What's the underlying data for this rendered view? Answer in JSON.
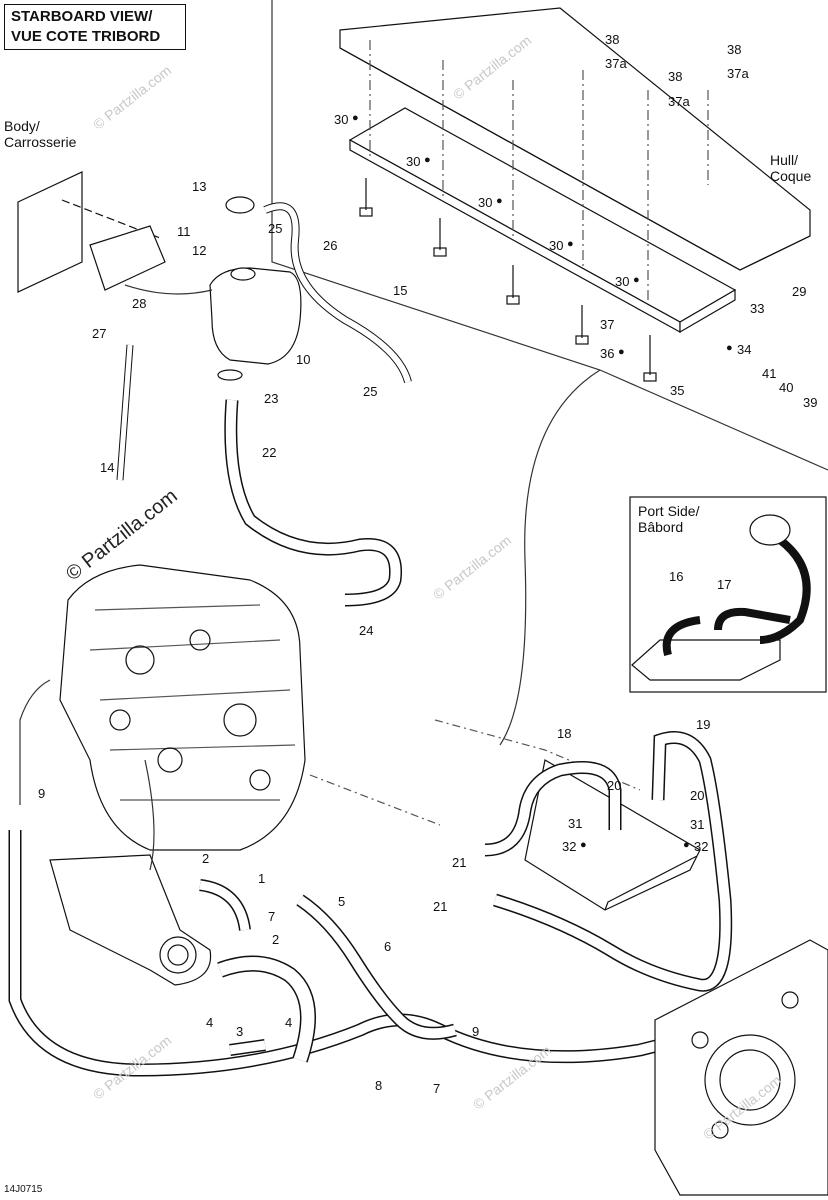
{
  "title": {
    "line1": "STARBOARD VIEW/",
    "line2": "VUE COTE TRIBORD"
  },
  "notes": {
    "body": "Body/\nCarrosserie",
    "hull": "Hull/\nCoque",
    "port": "Port Side/\nBâbord"
  },
  "copyright": "© Partzilla.com",
  "watermark": "© Partzilla.com",
  "drawing_code": "14J0715",
  "callouts": [
    "1",
    "2",
    "3",
    "4",
    "5",
    "6",
    "7",
    "8",
    "9",
    "10",
    "11",
    "12",
    "13",
    "14",
    "15",
    "16",
    "17",
    "18",
    "19",
    "20",
    "21",
    "22",
    "23",
    "24",
    "25",
    "26",
    "27",
    "28",
    "29",
    "30",
    "31",
    "32",
    "33",
    "34",
    "35",
    "36",
    "37",
    "37a",
    "38",
    "39",
    "40",
    "41"
  ],
  "labels": {
    "l38a": "38",
    "l37a1": "37a",
    "l38b": "38",
    "l38c": "38",
    "l37a2": "37a",
    "l37a3": "37a",
    "l30a": "30",
    "l30b": "30",
    "l30c": "30",
    "l30d": "30",
    "l30e": "30",
    "l29": "29",
    "l33": "33",
    "l34": "34",
    "l37": "37",
    "l36": "36",
    "l35": "35",
    "l41": "41",
    "l40": "40",
    "l39": "39",
    "l13": "13",
    "l25a": "25",
    "l26": "26",
    "l11": "11",
    "l12": "12",
    "l15": "15",
    "l28": "28",
    "l27": "27",
    "l10": "10",
    "l25b": "25",
    "l23": "23",
    "l22": "22",
    "l14": "14",
    "l24": "24",
    "l16": "16",
    "l17": "17",
    "l18": "18",
    "l19": "19",
    "l20a": "20",
    "l20b": "20",
    "l31a": "31",
    "l31b": "31",
    "l32a": "32",
    "l32b": "32",
    "l21a": "21",
    "l21b": "21",
    "l9a": "9",
    "l2a": "2",
    "l1": "1",
    "l7a": "7",
    "l2b": "2",
    "l5": "5",
    "l6": "6",
    "l4a": "4",
    "l3": "3",
    "l4b": "4",
    "l9b": "9",
    "l7b": "7",
    "l8": "8"
  }
}
